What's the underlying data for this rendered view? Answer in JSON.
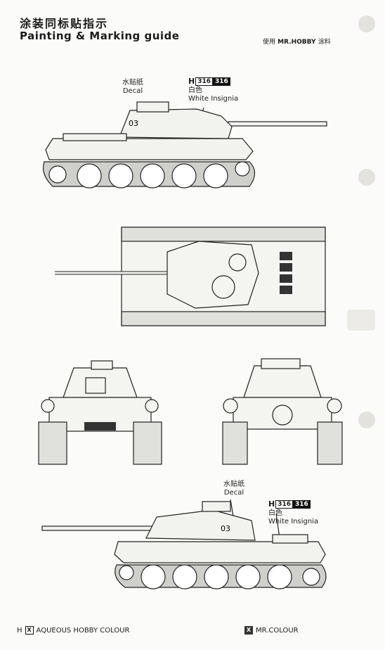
{
  "header": {
    "title_cn": "涂装同标贴指示",
    "title_en": "Painting & Marking guide",
    "brand_cn": "使用",
    "brand_name": "MR.HOBBY",
    "brand_cn2": "涂料"
  },
  "top_view": {
    "decal_cn": "水贴纸",
    "decal_en": "Decal",
    "code_h": "H",
    "code_a": "316",
    "code_b": "316",
    "color_cn": "白色",
    "color_en": "White Insignia",
    "turret_number": "03"
  },
  "bottom_view": {
    "decal_cn": "水贴纸",
    "decal_en": "Decal",
    "code_h": "H",
    "code_a": "316",
    "code_b": "316",
    "color_cn": "白色",
    "color_en": "White Insignia",
    "turret_number": "03"
  },
  "legend": {
    "aqueous_prefix": "H",
    "aqueous_box": "X",
    "aqueous_label": "AQUEOUS HOBBY COLOUR",
    "mr_box": "X",
    "mr_label": "MR.COLOUR"
  }
}
